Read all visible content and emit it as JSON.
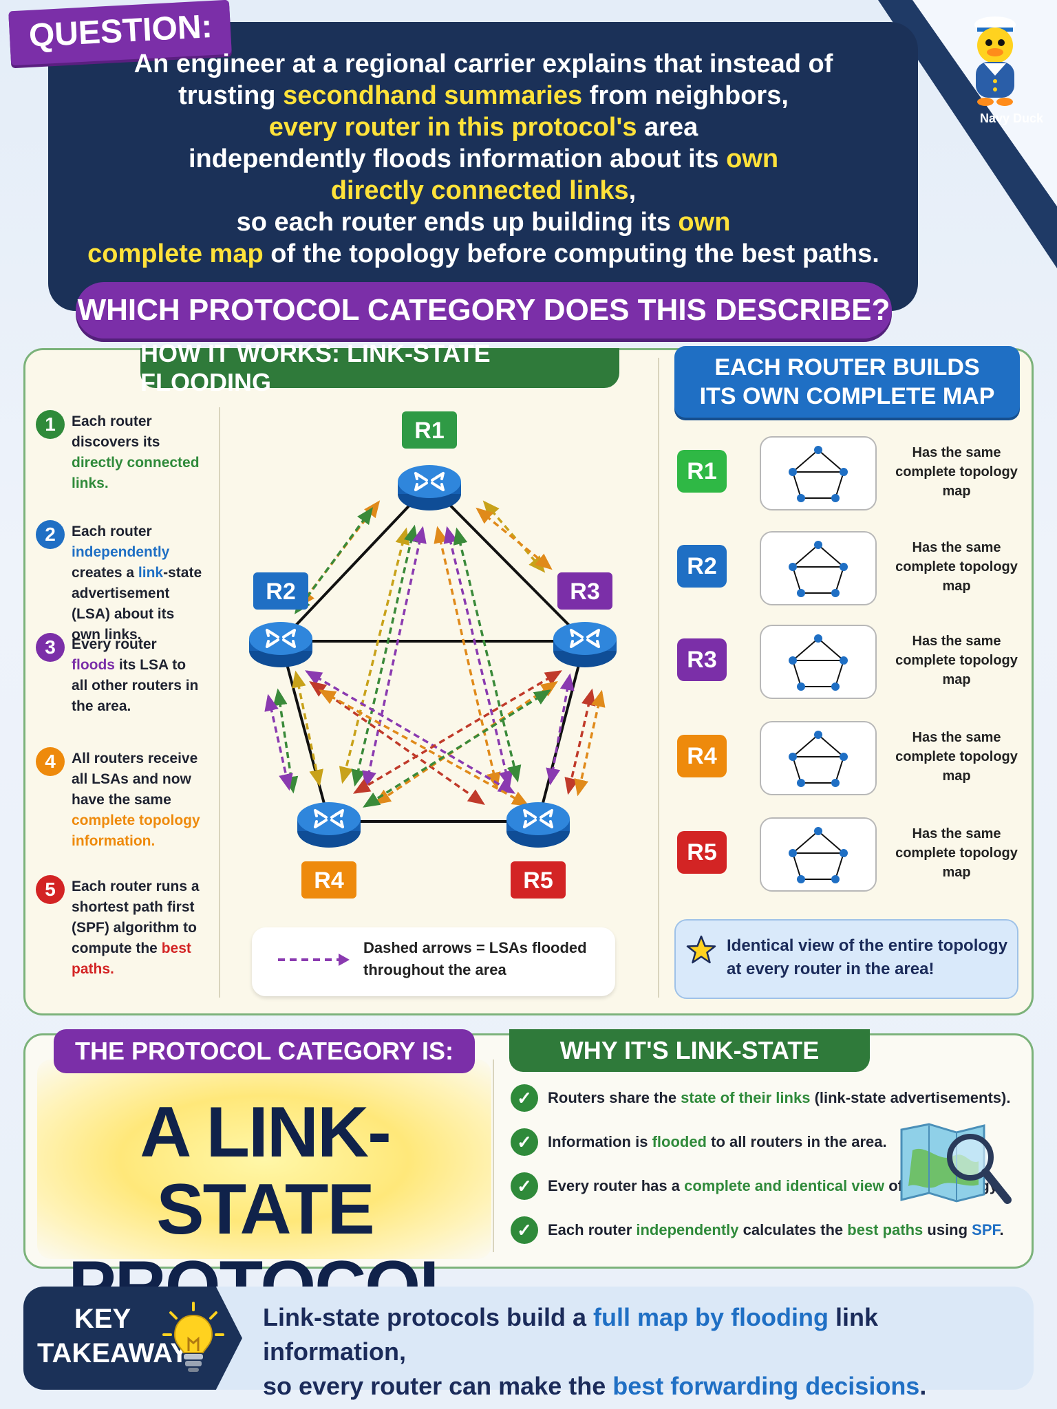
{
  "question": {
    "tag": "QUESTION:",
    "lines": [
      [
        {
          "t": "An engineer at a regional carrier explains that instead of",
          "h": false
        }
      ],
      [
        {
          "t": "trusting ",
          "h": false
        },
        {
          "t": "secondhand summaries",
          "h": true
        },
        {
          "t": " from neighbors,",
          "h": false
        }
      ],
      [
        {
          "t": "every router in this protocol's",
          "h": true
        },
        {
          "t": " area",
          "h": false
        }
      ],
      [
        {
          "t": "independently floods information about its ",
          "h": false
        },
        {
          "t": "own",
          "h": true
        }
      ],
      [
        {
          "t": "directly connected links",
          "h": true
        },
        {
          "t": ",",
          "h": false
        }
      ],
      [
        {
          "t": "so each router ends up building its ",
          "h": false
        },
        {
          "t": "own",
          "h": true
        }
      ],
      [
        {
          "t": "complete map",
          "h": true
        },
        {
          "t": " of the topology before computing the best paths.",
          "h": false
        }
      ]
    ]
  },
  "mascot": {
    "label": "Navy Duck"
  },
  "prompt": "WHICH PROTOCOL CATEGORY DOES THIS DESCRIBE?",
  "how": {
    "title": "HOW IT WORKS: LINK-STATE FLOODING",
    "steps": [
      {
        "num": "1",
        "color": "#2f8a3a",
        "parts": [
          {
            "t": "Each router discovers its ",
            "c": ""
          },
          {
            "t": "directly connected links.",
            "c": "g"
          }
        ]
      },
      {
        "num": "2",
        "color": "#1f6fc4",
        "parts": [
          {
            "t": "Each router ",
            "c": ""
          },
          {
            "t": "independently",
            "c": "b"
          },
          {
            "t": " creates a ",
            "c": ""
          },
          {
            "t": "link",
            "c": "b"
          },
          {
            "t": "-state advertisement (LSA) about its own links.",
            "c": ""
          }
        ]
      },
      {
        "num": "3",
        "color": "#7b2fa8",
        "parts": [
          {
            "t": "Every router ",
            "c": ""
          },
          {
            "t": "floods",
            "c": "p"
          },
          {
            "t": " its LSA to all other routers in the area.",
            "c": ""
          }
        ]
      },
      {
        "num": "4",
        "color": "#ee8a0c",
        "parts": [
          {
            "t": "All routers receive all LSAs and now have the same ",
            "c": ""
          },
          {
            "t": "complete topology information.",
            "c": "o"
          }
        ]
      },
      {
        "num": "5",
        "color": "#d32424",
        "parts": [
          {
            "t": "Each router runs a shortest path first (SPF) algorithm to compute the ",
            "c": ""
          },
          {
            "t": "best paths.",
            "c": "r"
          }
        ]
      }
    ],
    "routers": [
      {
        "id": "R1",
        "color": "#2f9a45"
      },
      {
        "id": "R2",
        "color": "#1f6fc4"
      },
      {
        "id": "R3",
        "color": "#7b2fa8"
      },
      {
        "id": "R4",
        "color": "#ee8a0c"
      },
      {
        "id": "R5",
        "color": "#d32424"
      }
    ],
    "legend": "Dashed arrows = LSAs flooded throughout the area"
  },
  "maps": {
    "title_line1": "EACH ROUTER BUILDS",
    "title_line2": "ITS OWN COMPLETE MAP",
    "rows": [
      {
        "id": "R1",
        "color": "#2fb845",
        "text": "Has the same complete topology map"
      },
      {
        "id": "R2",
        "color": "#1f6fc4",
        "text": "Has the same complete topology map"
      },
      {
        "id": "R3",
        "color": "#7b2fa8",
        "text": "Has the same complete topology map"
      },
      {
        "id": "R4",
        "color": "#ee8a0c",
        "text": "Has the same complete topology map"
      },
      {
        "id": "R5",
        "color": "#d32424",
        "text": "Has the same complete topology map"
      }
    ],
    "identical": "Identical view of the entire topology at every router in the area!"
  },
  "answer": {
    "banner": "THE PROTOCOL CATEGORY IS:",
    "line1": "A LINK-STATE",
    "line2": "PROTOCOL"
  },
  "why": {
    "title": "WHY IT'S LINK-STATE",
    "items": [
      [
        {
          "t": "Routers share the ",
          "c": ""
        },
        {
          "t": "state of their links",
          "c": "g"
        },
        {
          "t": " (link-state advertisements).",
          "c": ""
        }
      ],
      [
        {
          "t": "Information is ",
          "c": ""
        },
        {
          "t": "flooded",
          "c": "g"
        },
        {
          "t": " to all routers in the area.",
          "c": ""
        }
      ],
      [
        {
          "t": "Every router has a ",
          "c": ""
        },
        {
          "t": "complete and identical view",
          "c": "g"
        },
        {
          "t": " of the topology.",
          "c": ""
        }
      ],
      [
        {
          "t": "Each router ",
          "c": ""
        },
        {
          "t": "independently",
          "c": "g"
        },
        {
          "t": " calculates the ",
          "c": ""
        },
        {
          "t": "best paths",
          "c": "g"
        },
        {
          "t": " using ",
          "c": ""
        },
        {
          "t": "SPF",
          "c": "b"
        },
        {
          "t": ".",
          "c": ""
        }
      ]
    ]
  },
  "takeaway": {
    "title_line1": "KEY",
    "title_line2": "TAKEAWAY",
    "parts": [
      {
        "t": "Link-state protocols build a ",
        "c": ""
      },
      {
        "t": "full map by flooding",
        "c": "b"
      },
      {
        "t": " link information,",
        "c": ""
      },
      {
        "t": "\n",
        "c": ""
      },
      {
        "t": "so every router can make the ",
        "c": ""
      },
      {
        "t": "best forwarding decisions",
        "c": "b"
      },
      {
        "t": ".",
        "c": ""
      }
    ]
  }
}
